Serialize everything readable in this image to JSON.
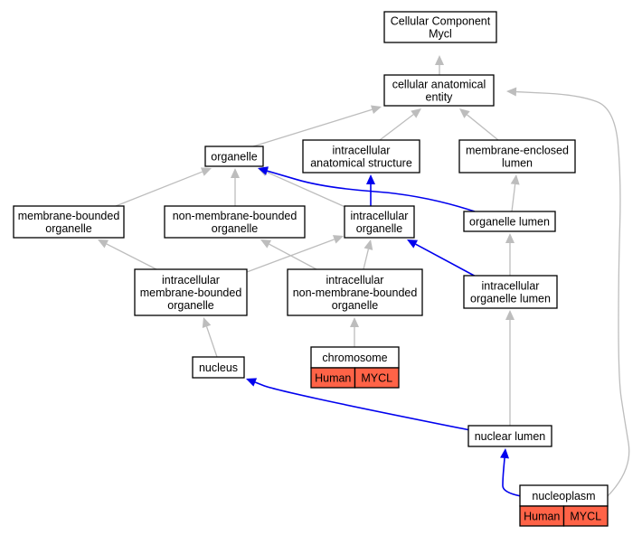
{
  "nodes": {
    "cellular_component": {
      "lines": [
        "Cellular Component",
        "Mycl"
      ]
    },
    "cellular_anatomical_entity": {
      "lines": [
        "cellular anatomical",
        "entity"
      ]
    },
    "organelle": {
      "lines": [
        "organelle"
      ]
    },
    "intracellular_anatomical_structure": {
      "lines": [
        "intracellular",
        "anatomical structure"
      ]
    },
    "membrane_enclosed_lumen": {
      "lines": [
        "membrane-enclosed",
        "lumen"
      ]
    },
    "membrane_bounded_organelle": {
      "lines": [
        "membrane-bounded",
        "organelle"
      ]
    },
    "non_membrane_bounded_organelle": {
      "lines": [
        "non-membrane-bounded",
        "organelle"
      ]
    },
    "intracellular_organelle": {
      "lines": [
        "intracellular",
        "organelle"
      ]
    },
    "organelle_lumen": {
      "lines": [
        "organelle lumen"
      ]
    },
    "intracellular_membrane_bounded_organelle": {
      "lines": [
        "intracellular",
        "membrane-bounded",
        "organelle"
      ]
    },
    "intracellular_non_membrane_bounded_organelle": {
      "lines": [
        "intracellular",
        "non-membrane-bounded",
        "organelle"
      ]
    },
    "intracellular_organelle_lumen": {
      "lines": [
        "intracellular",
        "organelle lumen"
      ]
    },
    "nucleus": {
      "lines": [
        "nucleus"
      ]
    },
    "chromosome": {
      "lines": [
        "chromosome"
      ],
      "annotations": [
        "Human",
        "MYCL"
      ]
    },
    "nuclear_lumen": {
      "lines": [
        "nuclear lumen"
      ]
    },
    "nucleoplasm": {
      "lines": [
        "nucleoplasm"
      ],
      "annotations": [
        "Human",
        "MYCL"
      ]
    }
  },
  "edges": [
    {
      "from": "cellular_anatomical_entity",
      "to": "cellular_component",
      "color": "gray"
    },
    {
      "from": "organelle",
      "to": "cellular_anatomical_entity",
      "color": "gray"
    },
    {
      "from": "intracellular_anatomical_structure",
      "to": "cellular_anatomical_entity",
      "color": "gray"
    },
    {
      "from": "membrane_enclosed_lumen",
      "to": "cellular_anatomical_entity",
      "color": "gray"
    },
    {
      "from": "nucleoplasm",
      "to": "cellular_anatomical_entity",
      "color": "gray"
    },
    {
      "from": "membrane_bounded_organelle",
      "to": "organelle",
      "color": "gray"
    },
    {
      "from": "non_membrane_bounded_organelle",
      "to": "organelle",
      "color": "gray"
    },
    {
      "from": "intracellular_organelle",
      "to": "organelle",
      "color": "gray"
    },
    {
      "from": "organelle_lumen",
      "to": "organelle",
      "color": "blue"
    },
    {
      "from": "intracellular_organelle",
      "to": "intracellular_anatomical_structure",
      "color": "blue"
    },
    {
      "from": "organelle_lumen",
      "to": "membrane_enclosed_lumen",
      "color": "gray"
    },
    {
      "from": "intracellular_membrane_bounded_organelle",
      "to": "membrane_bounded_organelle",
      "color": "gray"
    },
    {
      "from": "intracellular_non_membrane_bounded_organelle",
      "to": "non_membrane_bounded_organelle",
      "color": "gray"
    },
    {
      "from": "intracellular_membrane_bounded_organelle",
      "to": "intracellular_organelle",
      "color": "gray"
    },
    {
      "from": "intracellular_non_membrane_bounded_organelle",
      "to": "intracellular_organelle",
      "color": "gray"
    },
    {
      "from": "intracellular_organelle_lumen",
      "to": "intracellular_organelle",
      "color": "blue"
    },
    {
      "from": "intracellular_organelle_lumen",
      "to": "organelle_lumen",
      "color": "gray"
    },
    {
      "from": "nucleus",
      "to": "intracellular_membrane_bounded_organelle",
      "color": "gray"
    },
    {
      "from": "chromosome",
      "to": "intracellular_non_membrane_bounded_organelle",
      "color": "gray"
    },
    {
      "from": "nuclear_lumen",
      "to": "nucleus",
      "color": "blue"
    },
    {
      "from": "nuclear_lumen",
      "to": "intracellular_organelle_lumen",
      "color": "gray"
    },
    {
      "from": "nucleoplasm",
      "to": "nuclear_lumen",
      "color": "blue"
    }
  ],
  "colors": {
    "gray_edge": "#bdbdbd",
    "blue_edge": "#0000ee",
    "annotation_fill": "#ff6347"
  }
}
